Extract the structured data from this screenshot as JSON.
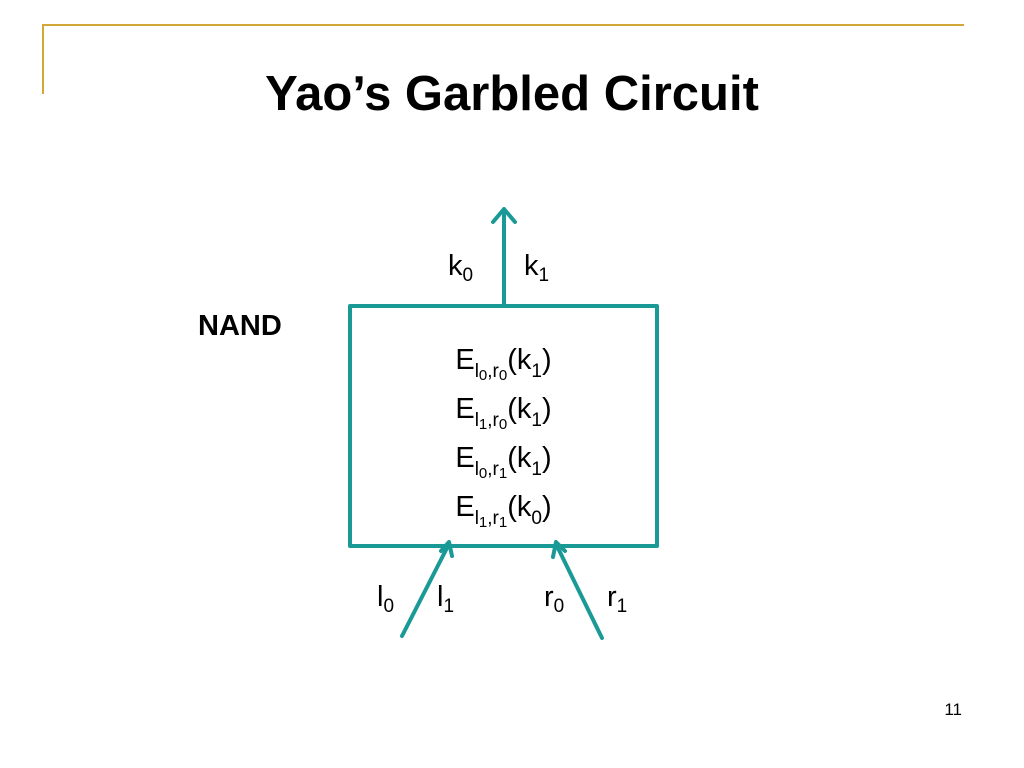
{
  "slide": {
    "title": "Yao’s Garbled Circuit",
    "page_number": "11",
    "accent_color": "#d4a838"
  },
  "gate": {
    "label": "NAND",
    "wire_color": "#1a9a96",
    "output_labels": [
      {
        "base": "k",
        "sub": "0"
      },
      {
        "base": "k",
        "sub": "1"
      }
    ],
    "left_input_labels": [
      {
        "base": "l",
        "sub": "0"
      },
      {
        "base": "l",
        "sub": "1"
      }
    ],
    "right_input_labels": [
      {
        "base": "r",
        "sub": "0"
      },
      {
        "base": "r",
        "sub": "1"
      }
    ],
    "table_rows": [
      {
        "e": "E",
        "l": "l",
        "l_sub": "0",
        "comma": ",",
        "r": "r",
        "r_sub": "0",
        "open": "(k",
        "k_sub": "1",
        "close": ")"
      },
      {
        "e": "E",
        "l": "l",
        "l_sub": "1",
        "comma": ",",
        "r": "r",
        "r_sub": "0",
        "open": "(k",
        "k_sub": "1",
        "close": ")"
      },
      {
        "e": "E",
        "l": "l",
        "l_sub": "0",
        "comma": ",",
        "r": "r",
        "r_sub": "1",
        "open": "(k",
        "k_sub": "1",
        "close": ")"
      },
      {
        "e": "E",
        "l": "l",
        "l_sub": "1",
        "comma": ",",
        "r": "r",
        "r_sub": "1",
        "open": "(k",
        "k_sub": "0",
        "close": ")"
      }
    ]
  }
}
